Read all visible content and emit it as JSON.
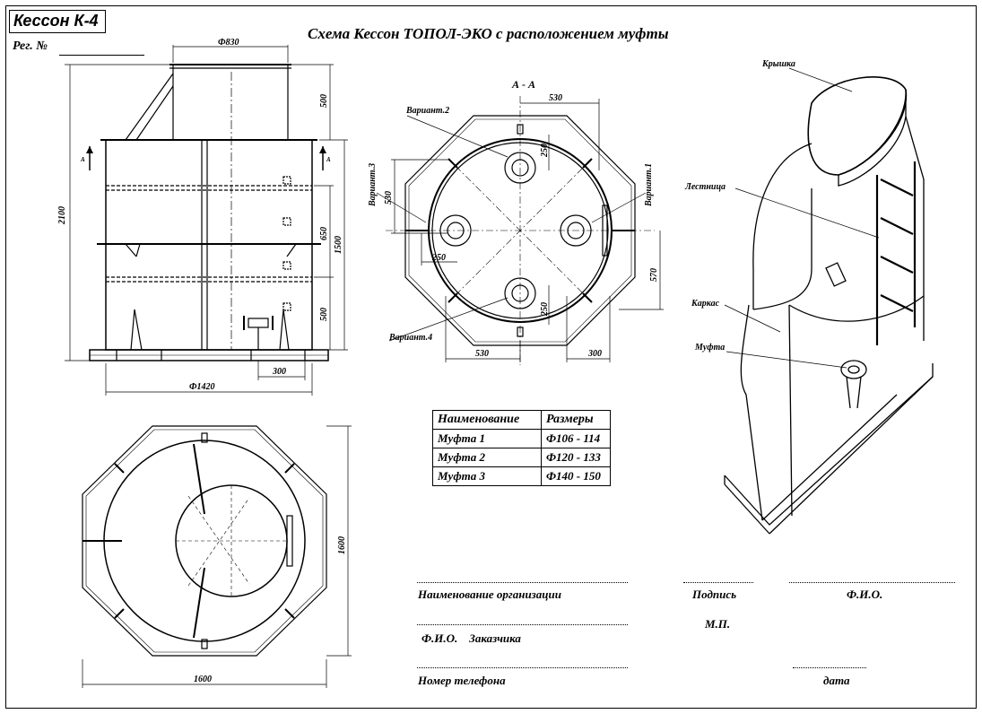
{
  "header": {
    "caisson_id": "Кессон К-4",
    "reg_label": "Рег. №",
    "scheme_title": "Схема Кессон ТОПОЛ-ЭКО с расположением муфты"
  },
  "front_view": {
    "dim_top_diameter": "Ф830",
    "dim_total_height": "2100",
    "dim_neck_height": "500",
    "dim_middle": "650",
    "dim_body_height": "1500",
    "dim_bottom": "500",
    "dim_pipe_offset": "300",
    "dim_base_diameter": "Ф1420",
    "section_mark": "А"
  },
  "section_view": {
    "title": "А - А",
    "dim_top": "530",
    "dim_left": "530",
    "dim_250_a": "250",
    "dim_250_b": "250",
    "dim_250_c": "250",
    "dim_right": "570",
    "dim_bottom_left": "530",
    "dim_bottom_right": "300",
    "variant_1": "Вариант.1",
    "variant_2": "Вариант.2",
    "variant_3": "Вариант.3",
    "variant_4": "Вариант.4"
  },
  "top_view": {
    "dim_width": "1600",
    "dim_height": "1600"
  },
  "iso_view": {
    "lid": "Крышка",
    "ladder": "Лестница",
    "frame": "Каркас",
    "coupling": "Муфта"
  },
  "spec_table": {
    "headers": [
      "Наименование",
      "Размеры"
    ],
    "rows": [
      [
        "Муфта 1",
        "Ф106 - 114"
      ],
      [
        "Муфта 2",
        "Ф120 - 133"
      ],
      [
        "Муфта 3",
        "Ф140 - 150"
      ]
    ]
  },
  "signature_block": {
    "org_name": "Наименование организации",
    "signature": "Подпись",
    "full_name": "Ф.И.О.",
    "stamp": "М.П.",
    "customer_name": "Ф.И.О.    Заказчика",
    "phone": "Номер телефона",
    "date": "дата"
  }
}
